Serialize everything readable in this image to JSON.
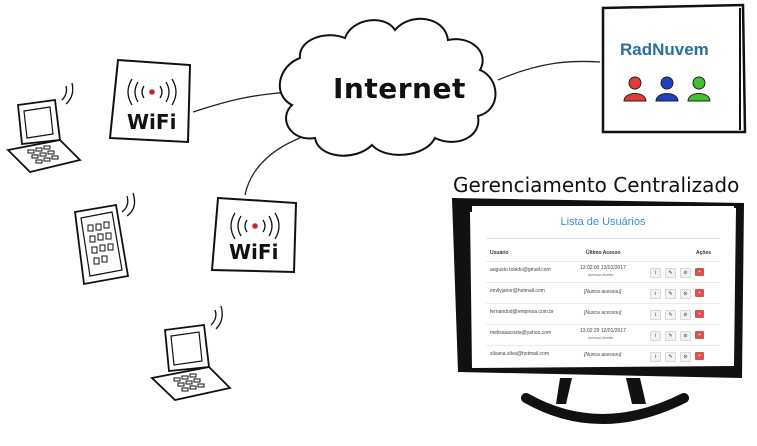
{
  "cloud": {
    "label": "Internet"
  },
  "server": {
    "name": "RadNuvem",
    "users_icons": [
      "user-red-icon",
      "user-blue-icon",
      "user-green-icon"
    ]
  },
  "access_points": [
    {
      "label": "WiFi"
    },
    {
      "label": "WiFi"
    }
  ],
  "devices": [
    "laptop-icon",
    "tablet-icon",
    "laptop-icon"
  ],
  "central_management": {
    "label": "Gerenciamento Centralizado"
  },
  "screen": {
    "title": "Lista de Usuários",
    "columns": [
      "Usuário",
      "Último Acesso",
      "Ações"
    ],
    "rows": [
      {
        "user": "augusto.toledo@gmail.com",
        "last_access": "13:02:00 13/01/2017",
        "note": "Acesso Aceito"
      },
      {
        "user": "emilyjanor@hotmail.com",
        "last_access": "[Nunca acessou]",
        "note": ""
      },
      {
        "user": "fernandod@empresa.com.br",
        "last_access": "[Nunca acessou]",
        "note": ""
      },
      {
        "user": "melissaacosta@yahoo.com",
        "last_access": "13:02:29 12/01/2017",
        "note": "Acesso Aceito"
      },
      {
        "user": "silvana.silva@hotmail.com",
        "last_access": "[Nunca acessou]",
        "note": ""
      }
    ]
  },
  "colors": {
    "accent": "#2a6ea8",
    "red": "#e53935",
    "blue": "#1e3fbf",
    "green": "#43c02e",
    "delete": "#d9534f"
  }
}
